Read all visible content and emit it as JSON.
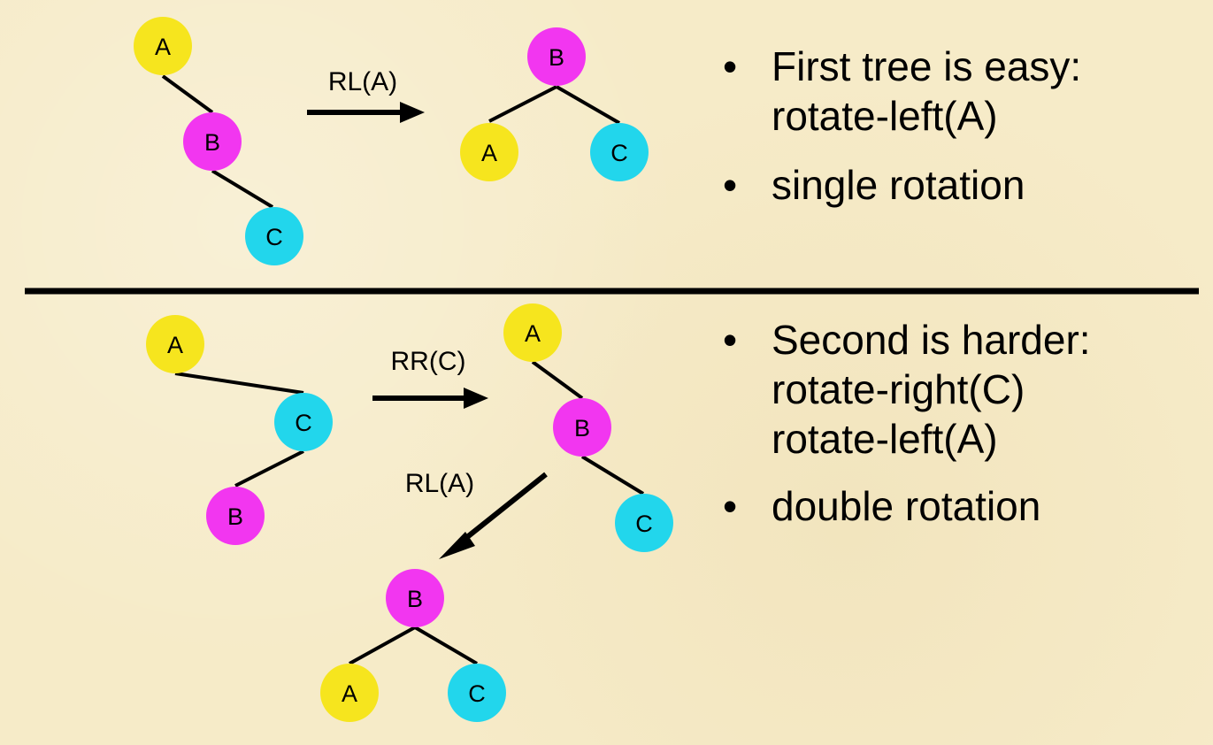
{
  "colors": {
    "yellow": "#f6e51e",
    "magenta": "#f236f0",
    "cyan": "#22d6ec",
    "background": "#f6ebc8"
  },
  "top": {
    "tree1": {
      "a": "A",
      "b": "B",
      "c": "C"
    },
    "op": "RL(A)",
    "tree2": {
      "a": "A",
      "b": "B",
      "c": "C"
    },
    "bullets": [
      {
        "lines": [
          "First tree is easy:",
          "rotate-left(A)"
        ]
      },
      {
        "lines": [
          "single rotation"
        ]
      }
    ]
  },
  "bottom": {
    "tree1": {
      "a": "A",
      "b": "B",
      "c": "C"
    },
    "op1": "RR(C)",
    "tree2": {
      "a": "A",
      "b": "B",
      "c": "C"
    },
    "op2": "RL(A)",
    "tree3": {
      "a": "A",
      "b": "B",
      "c": "C"
    },
    "bullets": [
      {
        "lines": [
          "Second is harder:",
          "rotate-right(C)",
          "rotate-left(A)"
        ]
      },
      {
        "lines": [
          "double rotation"
        ]
      }
    ]
  }
}
